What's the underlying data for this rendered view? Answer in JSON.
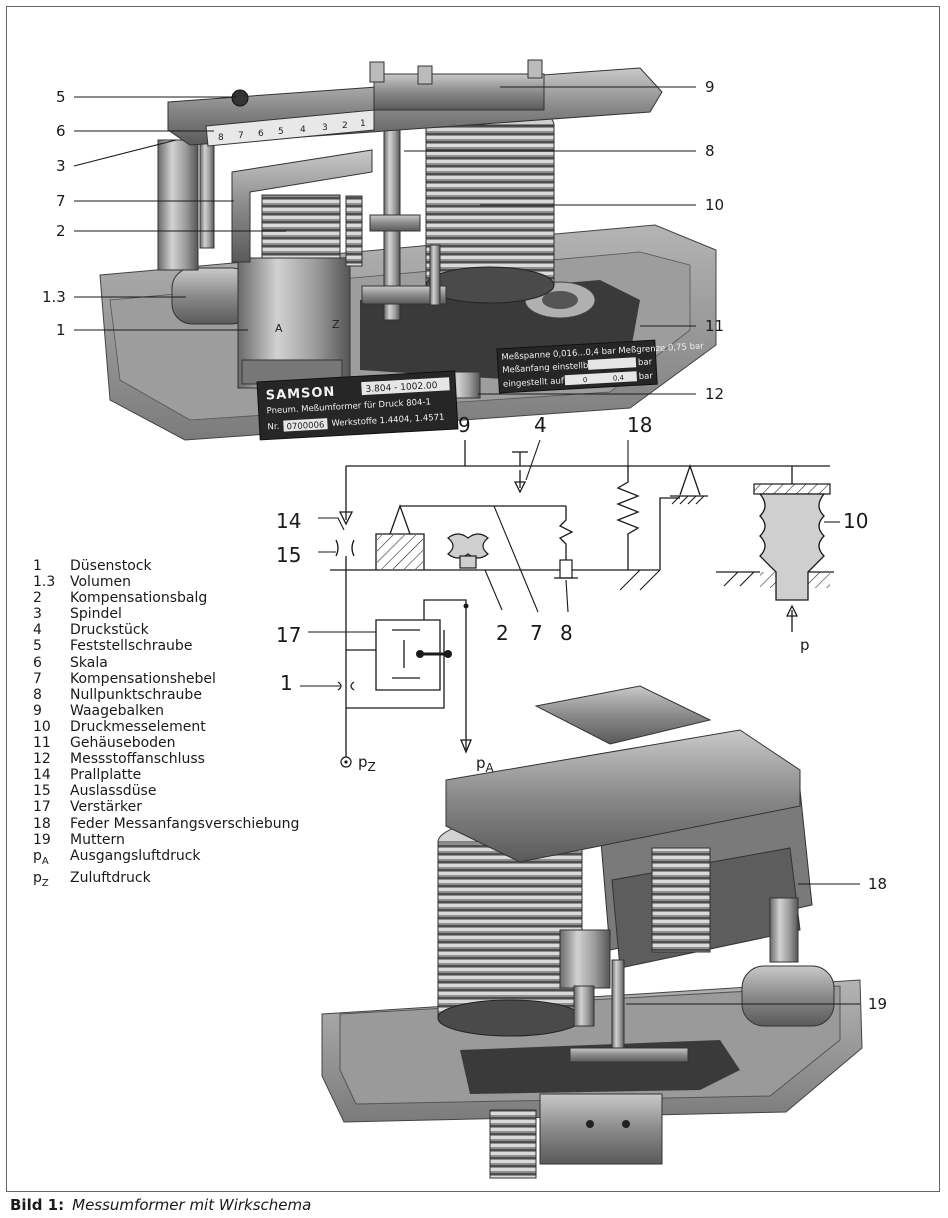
{
  "figure": {
    "caption_label": "Bild 1:",
    "caption_text": "Messumformer mit Wirkschema"
  },
  "top_callouts": [
    "5",
    "6",
    "3",
    "7",
    "2",
    "1.3",
    "1",
    "9",
    "8",
    "10",
    "11",
    "12"
  ],
  "nameplate": {
    "brand": "SAMSON",
    "type_no": "3.804 - 1002.00",
    "line1": "Pneum. Meßumformer für Druck 804-1",
    "nr_label": "Nr.",
    "nr_value": "0700006",
    "material": "Werkstoffe 1.4404, 1.4571"
  },
  "range_plate": {
    "line1": "Meßspanne 0,016...0,4 bar   Meßgrenze 0,75 bar",
    "line2": "Meßanfang einstellbar",
    "line3": "eingestellt auf",
    "unit": "bar",
    "set_from": "0",
    "set_to": "0,4"
  },
  "scale_digits": [
    "8",
    "7",
    "6",
    "5",
    "4",
    "3",
    "2",
    "1"
  ],
  "carrier_letters": [
    "A",
    "Z"
  ],
  "schematic_labels": {
    "n9": "9",
    "n4": "4",
    "n18": "18",
    "n14": "14",
    "n15": "15",
    "n10": "10",
    "n2": "2",
    "n7": "7",
    "n8": "8",
    "n17": "17",
    "n1": "1",
    "pz": "p",
    "pz_sub": "Z",
    "pa": "p",
    "pa_sub": "A",
    "p": "p"
  },
  "bottom_callouts": [
    "18",
    "19"
  ],
  "legend": [
    {
      "num": "1",
      "text": "Düsenstock"
    },
    {
      "num": "1.3",
      "text": "Volumen"
    },
    {
      "num": "2",
      "text": "Kompensationsbalg"
    },
    {
      "num": "3",
      "text": "Spindel"
    },
    {
      "num": "4",
      "text": "Druckstück"
    },
    {
      "num": "5",
      "text": "Feststellschraube"
    },
    {
      "num": "6",
      "text": "Skala"
    },
    {
      "num": "7",
      "text": "Kompensationshebel"
    },
    {
      "num": "8",
      "text": "Nullpunktschraube"
    },
    {
      "num": "9",
      "text": "Waagebalken"
    },
    {
      "num": "10",
      "text": "Druckmesselement"
    },
    {
      "num": "11",
      "text": "Gehäuseboden"
    },
    {
      "num": "12",
      "text": "Messstoffanschluss"
    },
    {
      "num": "14",
      "text": "Prallplatte"
    },
    {
      "num": "15",
      "text": "Auslassdüse"
    },
    {
      "num": "17",
      "text": "Verstärker"
    },
    {
      "num": "18",
      "text": "Feder Messanfangsverschiebung"
    },
    {
      "num": "19",
      "text": "Muttern"
    },
    {
      "num": "p",
      "sub": "A",
      "text": "Ausgangsluftdruck"
    },
    {
      "num": "p",
      "sub": "Z",
      "text": "Zuluftdruck"
    }
  ]
}
